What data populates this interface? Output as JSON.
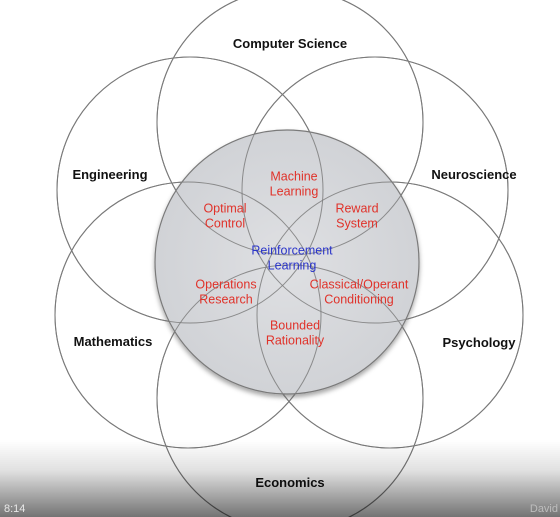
{
  "diagram": {
    "center_label_lines": [
      "Reinforcement",
      "Learning"
    ],
    "outer_fields": [
      {
        "name": "Computer Science",
        "key": "computer-science"
      },
      {
        "name": "Neuroscience",
        "key": "neuroscience"
      },
      {
        "name": "Psychology",
        "key": "psychology"
      },
      {
        "name": "Economics",
        "key": "economics"
      },
      {
        "name": "Mathematics",
        "key": "mathematics"
      },
      {
        "name": "Engineering",
        "key": "engineering"
      }
    ],
    "inner_topics": [
      {
        "lines": [
          "Machine",
          "Learning"
        ],
        "key": "machine-learning"
      },
      {
        "lines": [
          "Reward",
          "System"
        ],
        "key": "reward-system"
      },
      {
        "lines": [
          "Classical/Operant",
          "Conditioning"
        ],
        "key": "classical-operant-conditioning"
      },
      {
        "lines": [
          "Bounded",
          "Rationality"
        ],
        "key": "bounded-rationality"
      },
      {
        "lines": [
          "Operations",
          "Research"
        ],
        "key": "operations-research"
      },
      {
        "lines": [
          "Optimal",
          "Control"
        ],
        "key": "optimal-control"
      }
    ],
    "colors": {
      "outer_circle_stroke": "#6f6f6f",
      "center_fill": "#d9dadd",
      "inner_text": "#e0322a",
      "center_text": "#2b35c9"
    }
  },
  "player": {
    "timestamp": "8:14",
    "channel": "David"
  }
}
